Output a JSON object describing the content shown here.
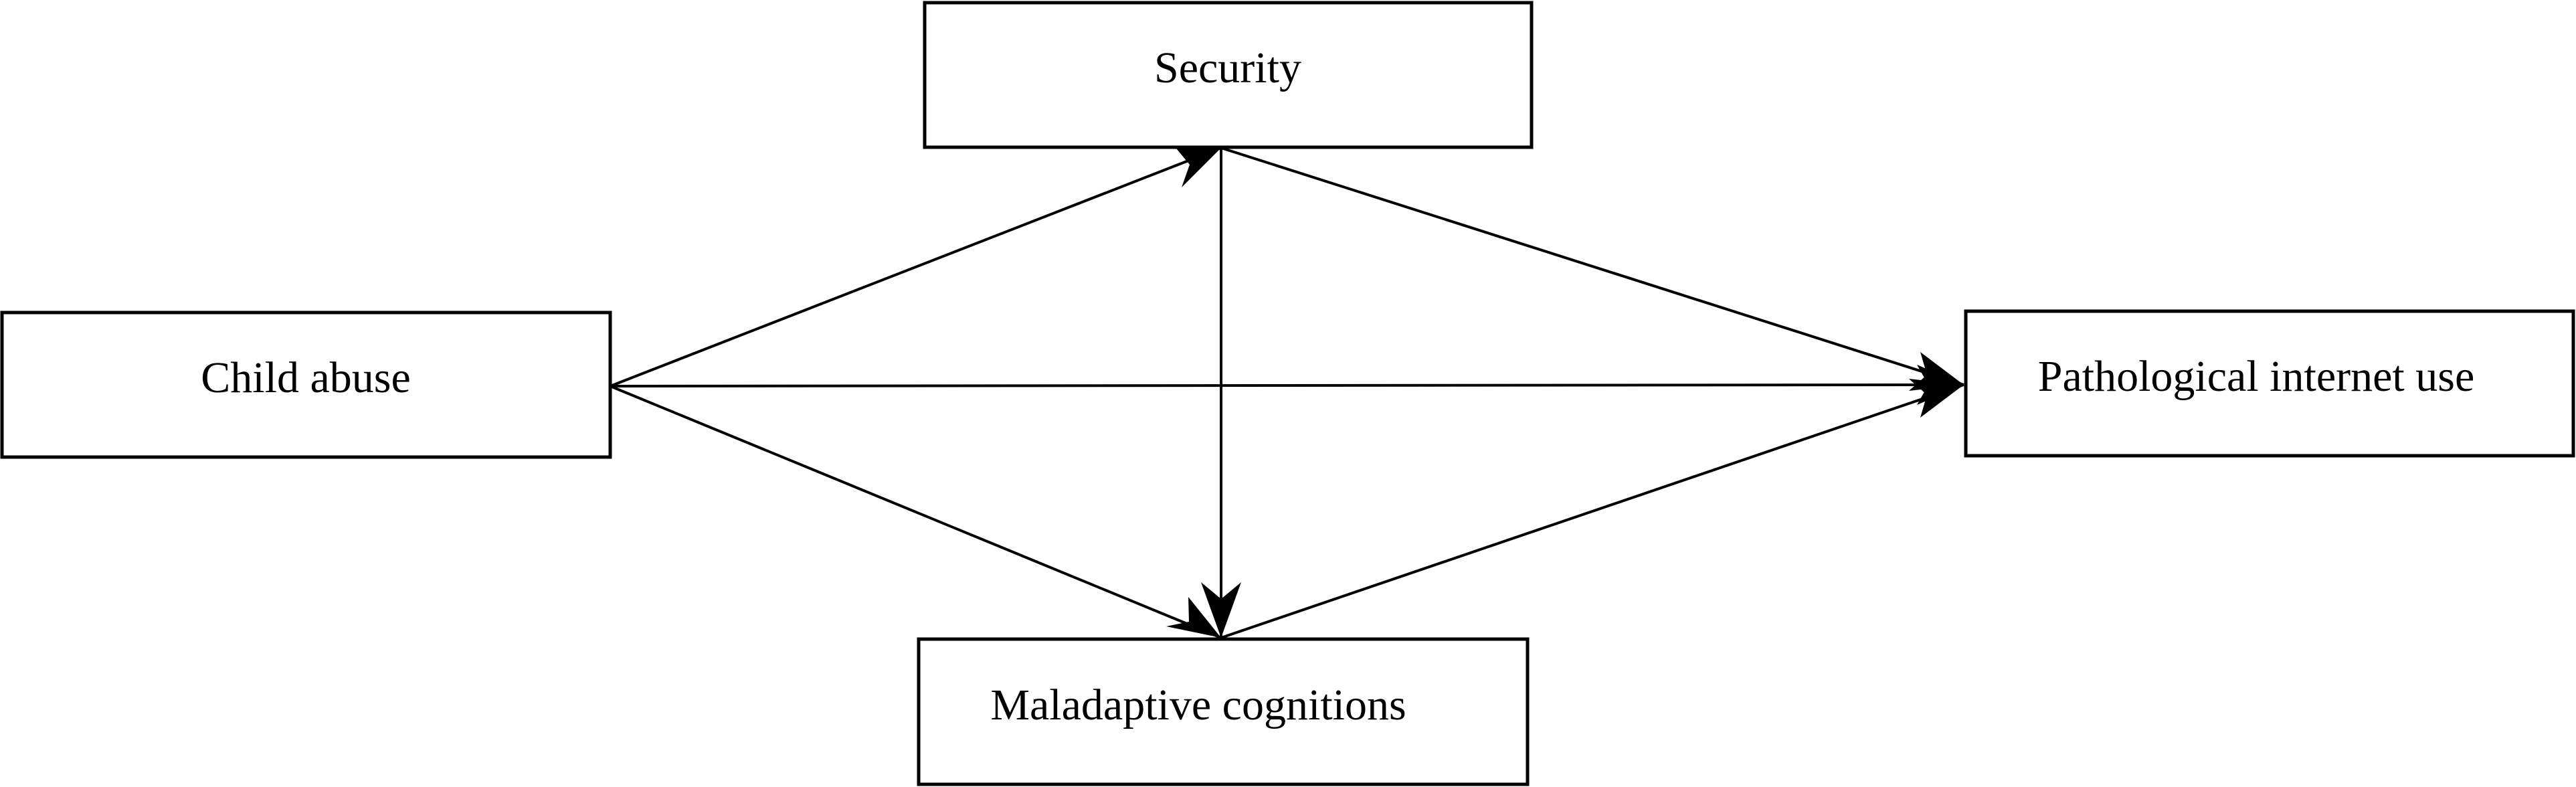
{
  "diagram": {
    "nodes": {
      "security": {
        "label": "Security"
      },
      "child_abuse": {
        "label": "Child abuse"
      },
      "pathological": {
        "label": "Pathological internet use"
      },
      "maladaptive": {
        "label": "Maladaptive cognitions"
      }
    },
    "edges": [
      {
        "from": "child_abuse",
        "to": "security"
      },
      {
        "from": "child_abuse",
        "to": "pathological"
      },
      {
        "from": "child_abuse",
        "to": "maladaptive"
      },
      {
        "from": "security",
        "to": "pathological"
      },
      {
        "from": "security",
        "to": "maladaptive"
      },
      {
        "from": "maladaptive",
        "to": "pathological"
      }
    ],
    "colors": {
      "stroke": "#000000",
      "background": "#ffffff"
    }
  }
}
